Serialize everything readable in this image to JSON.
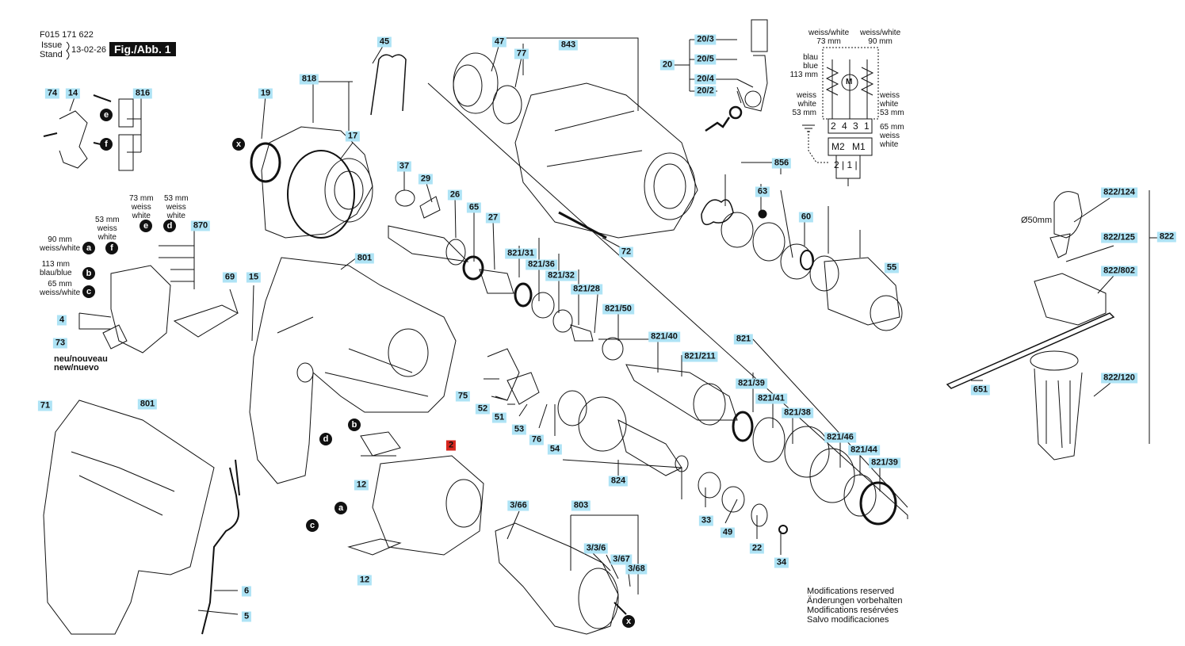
{
  "header": {
    "doc_number": "F015 171 622",
    "issue_label": "Issue",
    "stand_label": "Stand",
    "date": "13-02-26",
    "figure": "Fig./Abb. 1"
  },
  "labels": {
    "p45": "45",
    "p47": "47",
    "p77": "77",
    "p843": "843",
    "p20_3": "20/3",
    "p20": "20",
    "p20_5": "20/5",
    "p20_4": "20/4",
    "p20_2": "20/2",
    "p74": "74",
    "p14": "14",
    "p816": "816",
    "p818": "818",
    "p19": "19",
    "p17": "17",
    "p37": "37",
    "p29": "29",
    "p26": "26",
    "p65": "65",
    "p27": "27",
    "p856": "856",
    "p63": "63",
    "p60": "60",
    "p55": "55",
    "p72": "72",
    "p870": "870",
    "p801a": "801",
    "p801b": "801",
    "p69": "69",
    "p15": "15",
    "p4": "4",
    "p73": "73",
    "p71": "71",
    "p821_31": "821/31",
    "p821_36": "821/36",
    "p821_32": "821/32",
    "p821_28": "821/28",
    "p821_50": "821/50",
    "p821_40": "821/40",
    "p821_211": "821/211",
    "p821": "821",
    "p821_39a": "821/39",
    "p821_41": "821/41",
    "p821_38": "821/38",
    "p821_46": "821/46",
    "p821_44": "821/44",
    "p821_39b": "821/39",
    "p75": "75",
    "p52": "52",
    "p51": "51",
    "p53": "53",
    "p76": "76",
    "p54": "54",
    "p824": "824",
    "p2": "2",
    "p12a": "12",
    "p12b": "12",
    "p3_66": "3/66",
    "p803": "803",
    "p3_3_6": "3/3/6",
    "p3_67": "3/67",
    "p3_68": "3/68",
    "p33": "33",
    "p49": "49",
    "p22": "22",
    "p34": "34",
    "p6": "6",
    "p5": "5",
    "p822_124": "822/124",
    "p822_125": "822/125",
    "p822": "822",
    "p822_802": "822/802",
    "p822_120": "822/120",
    "p651": "651"
  },
  "markers": {
    "x1": "x",
    "x2": "x",
    "e1": "e",
    "f1": "f",
    "e2": "e",
    "d2": "d",
    "a2": "a",
    "f2": "f",
    "b2": "b",
    "c2": "c",
    "b3": "b",
    "d3": "d",
    "a3": "a",
    "c3": "c"
  },
  "wiring_notes": {
    "n73": "73 mm\nweiss\nwhite",
    "n53": "53 mm\nweiss\nwhite",
    "n53b": "53 mm\nweiss\nwhite",
    "n90": "90 mm\nweiss/white",
    "n113": "113 mm\nblau/blue",
    "n65": "65 mm\nweiss/white",
    "neu": "neu/nouveau\nnew/nuevo"
  },
  "schematic": {
    "top_left": "weiss/white\n73 mm",
    "top_right": "weiss/white\n90 mm",
    "blue": "blau\nblue\n113 mm",
    "white53l": "weiss\nwhite\n53 mm",
    "white53r": "weiss\nwhite\n53 mm",
    "white65": "65 mm\nweiss\nwhite",
    "terminals": "2 4 3 1",
    "m2": "M2",
    "m1": "M1",
    "bottom": "2 | 1 |",
    "motor": "M"
  },
  "dia50": "Ø50mm",
  "modifications": [
    "Modifications reserved",
    "Änderungen vorbehalten",
    "Modifications resérvées",
    "Salvo modificaciones"
  ]
}
